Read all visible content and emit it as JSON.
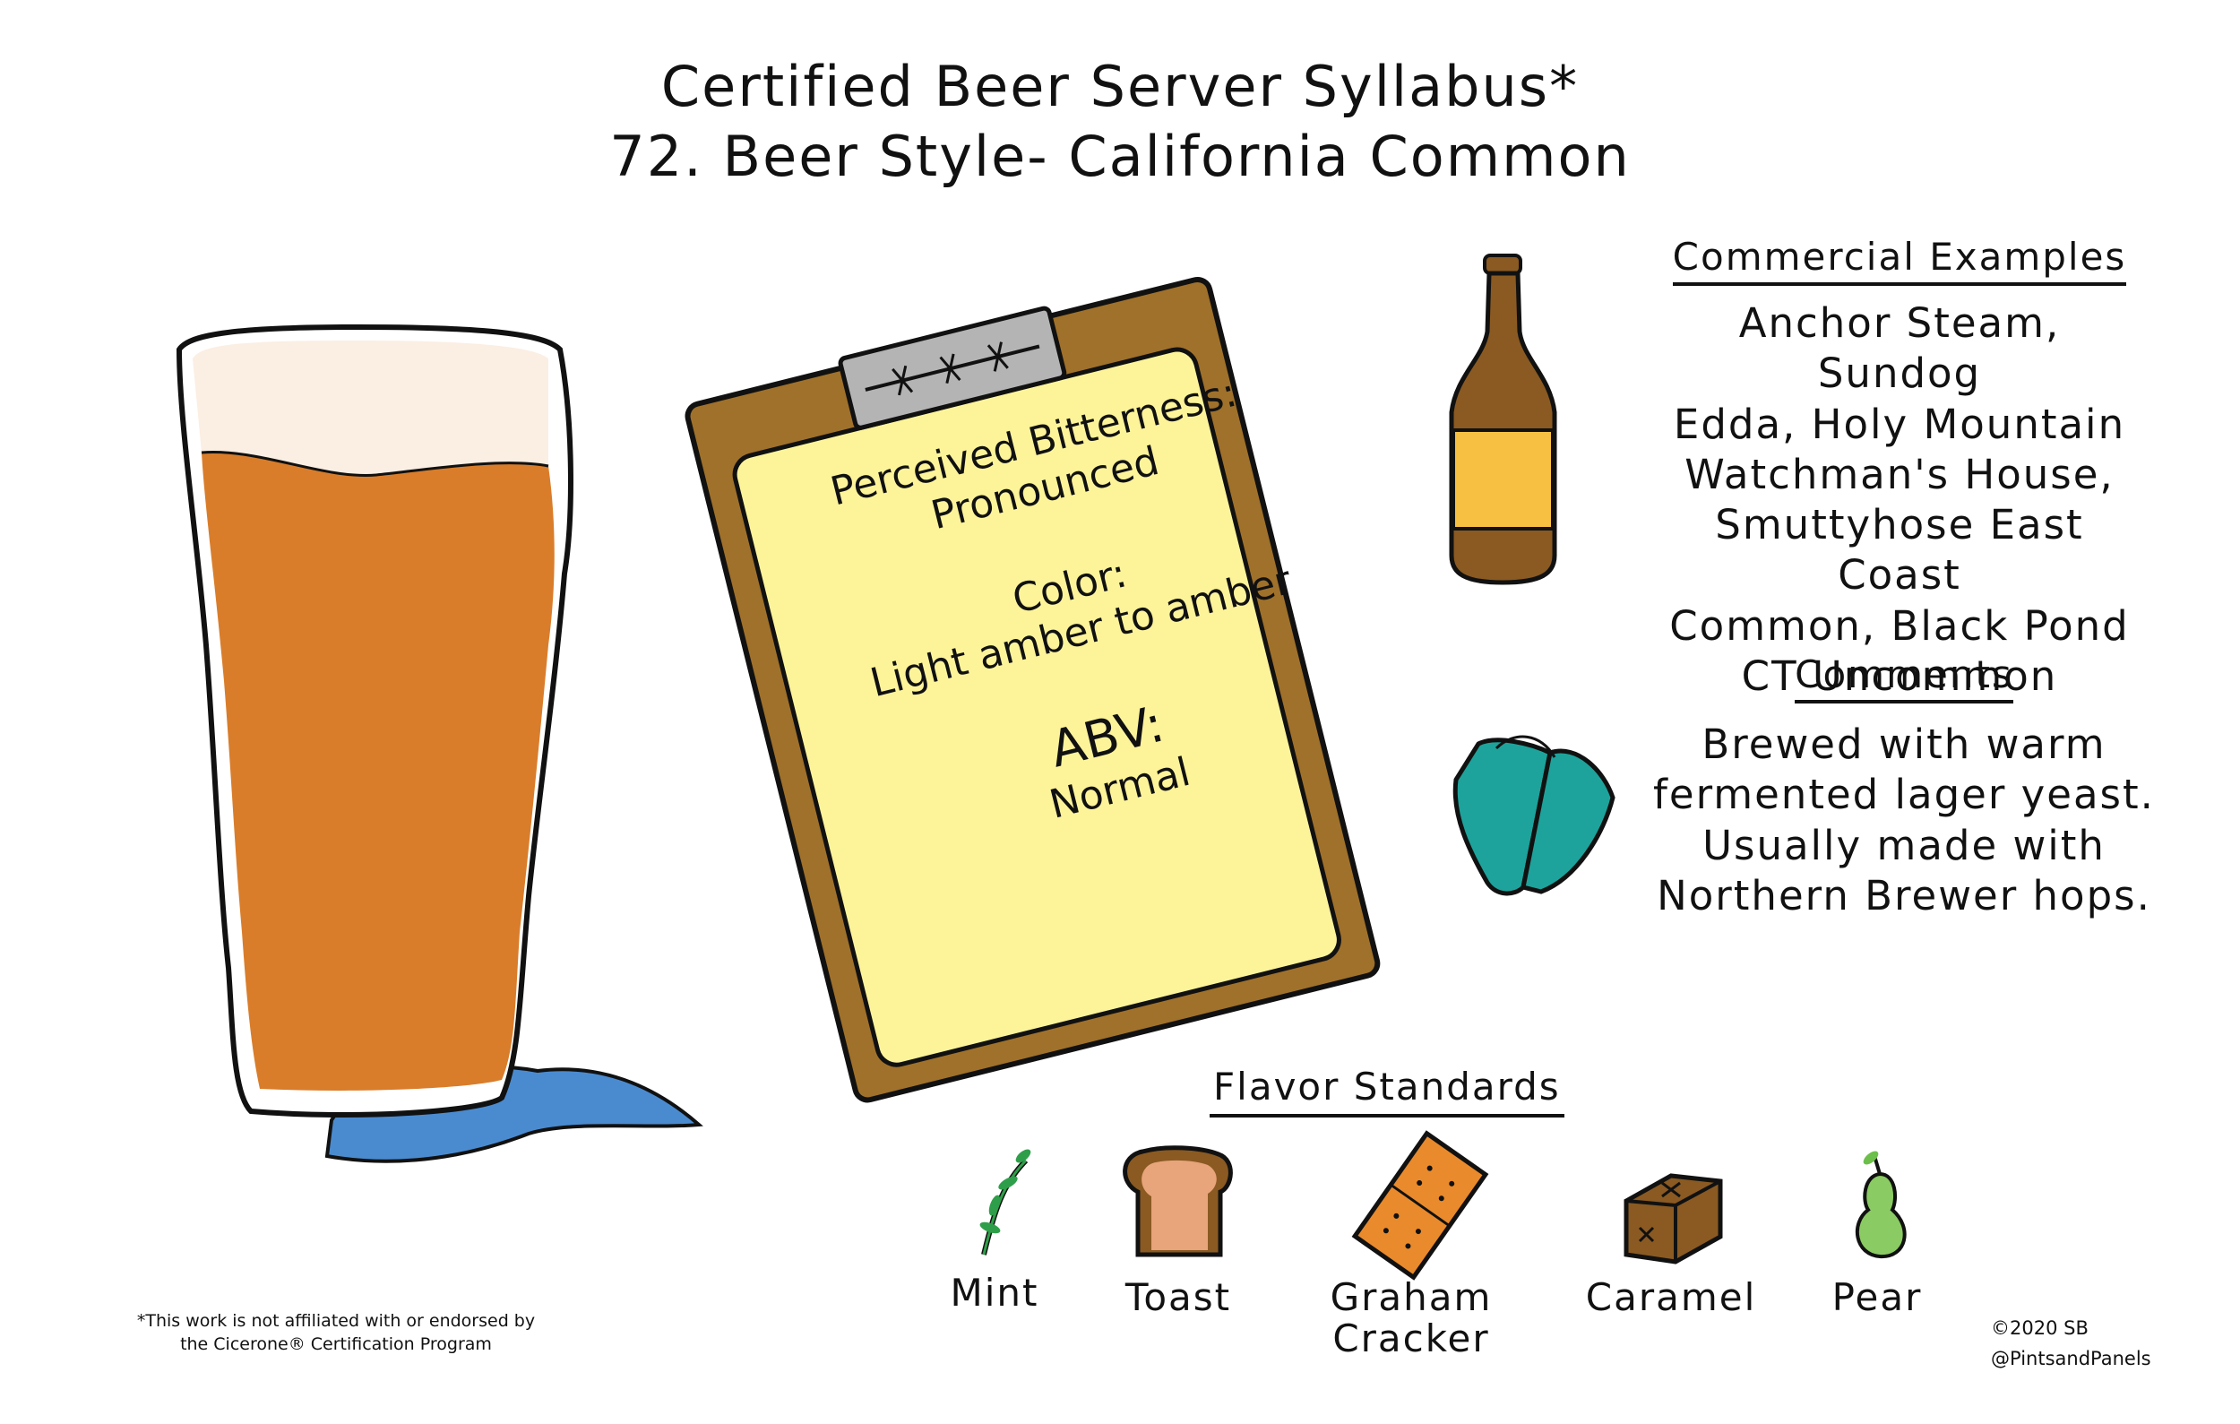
{
  "title": {
    "line1": "Certified Beer Server Syllabus*",
    "line2": "72. Beer Style- California Common"
  },
  "clipboard": {
    "bitterness_label": "Perceived Bitterness:",
    "bitterness_value": "Pronounced",
    "color_label": "Color:",
    "color_value": "Light amber to amber",
    "abv_label": "ABV:",
    "abv_value": "Normal"
  },
  "commercial_examples": {
    "heading": "Commercial Examples",
    "lines": [
      "Anchor Steam, Sundog",
      "Edda, Holy Mountain",
      "Watchman's House,",
      "Smuttyhose East Coast",
      "Common, Black Pond",
      "CT Uncommon"
    ]
  },
  "comments": {
    "heading": "Comments",
    "lines": [
      "Brewed with warm",
      "fermented lager yeast.",
      "Usually made with",
      "Northern Brewer hops."
    ]
  },
  "flavor_standards": {
    "heading": "Flavor Standards",
    "items": [
      {
        "label": "Mint",
        "icon": "mint-sprig-icon"
      },
      {
        "label": "Toast",
        "icon": "toast-icon"
      },
      {
        "label": "Graham Cracker",
        "icon": "graham-cracker-icon"
      },
      {
        "label": "Caramel",
        "icon": "caramel-icon"
      },
      {
        "label": "Pear",
        "icon": "pear-icon"
      }
    ]
  },
  "footnote": {
    "line1": "*This work is not affiliated with or endorsed by",
    "line2": "the Cicerone® Certification Program"
  },
  "credit": {
    "copyright": "©2020 SB",
    "handle": "@PintsandPanels"
  },
  "colors": {
    "beer": "#d97d2b",
    "foam": "#fbeee3",
    "puddle": "#4a8bd0",
    "clipboard": "#a0712a",
    "paper": "#fdf49a",
    "bottle": "#8a5a22",
    "label": "#f7c043",
    "book": "#1da39b"
  }
}
